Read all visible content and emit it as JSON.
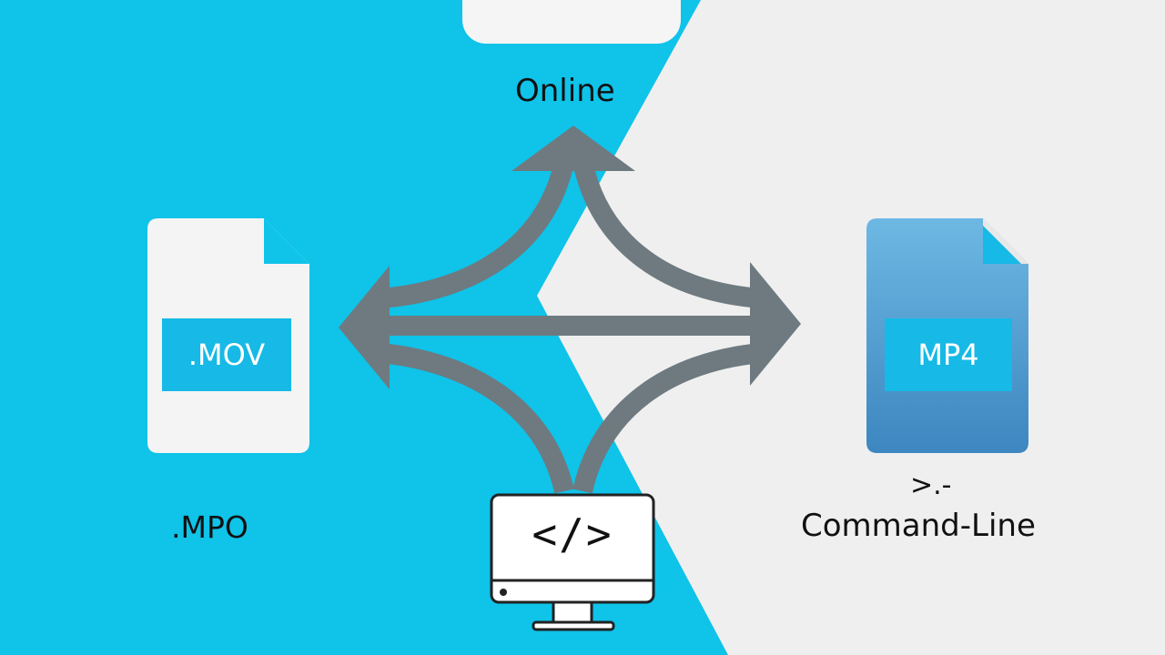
{
  "labels": {
    "online": "Online",
    "mpo": ".MPO",
    "prompt": ">.-",
    "command_line": "Command-Line"
  },
  "files": {
    "source": ".MOV",
    "target": "MP4"
  },
  "computer": {
    "code": "</>"
  },
  "colors": {
    "cyan_background": "#0fc3e9",
    "light_background": "#efefef",
    "arrow": "#6e7a80",
    "file_white": "#f4f4f4",
    "file_blue": "#4a9cd0",
    "tag_cyan": "#17b9e6"
  }
}
